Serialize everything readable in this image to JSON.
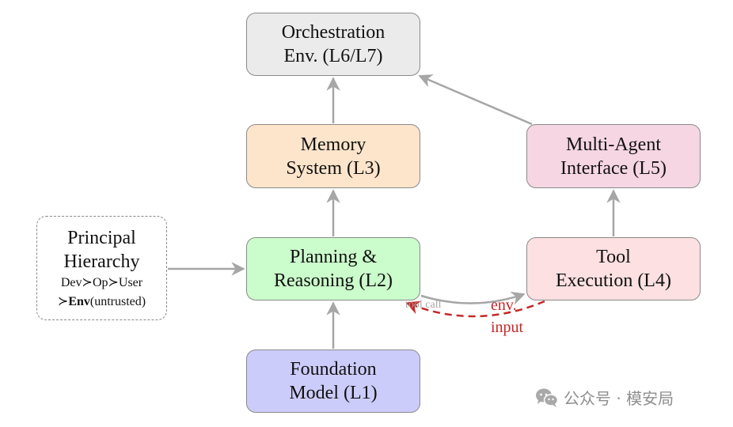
{
  "nodes": {
    "orchestration": {
      "line1": "Orchestration",
      "line2": "Env. (L6/L7)"
    },
    "memory": {
      "line1": "Memory",
      "line2": "System (L3)"
    },
    "planning": {
      "line1": "Planning &",
      "line2": "Reasoning (L2)"
    },
    "foundation": {
      "line1": "Foundation",
      "line2": "Model (L1)"
    },
    "multiagent": {
      "line1": "Multi-Agent",
      "line2": "Interface (L5)"
    },
    "tool": {
      "line1": "Tool",
      "line2": "Execution (L4)"
    },
    "principal": {
      "line1": "Principal",
      "line2": "Hierarchy",
      "order": "Dev≻Op≻User",
      "prefix": "≻",
      "env": "Env",
      "suffix": "(untrusted)"
    }
  },
  "edges": {
    "tool_call": "tool call",
    "env_input_line1": "env.",
    "env_input_line2": "input"
  },
  "colors": {
    "arrow": "#a6a6a6",
    "env_arrow": "#c62828"
  },
  "watermark": {
    "text": "公众号 · 模安局",
    "icon": "wechat-icon"
  }
}
